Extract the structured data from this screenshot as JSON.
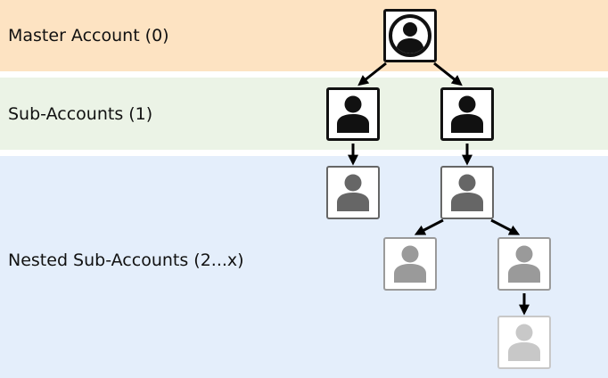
{
  "colors": {
    "master_band": "#fde3c2",
    "sub_band": "#ebf3e6",
    "nested_band": "#e4eefb",
    "level0": "#111111",
    "level1": "#111111",
    "level2": "#666666",
    "level3": "#9a9a9a",
    "level4": "#c8c8c8",
    "arrow": "#000000"
  },
  "bands": {
    "master_label": "Master Account (0)",
    "sub_label": "Sub-Accounts (1)",
    "nested_label": "Nested Sub-Accounts (2...x)"
  },
  "nodes": [
    {
      "id": "master",
      "level": 0,
      "icon": "user-circle-icon"
    },
    {
      "id": "sub-left",
      "level": 1,
      "icon": "user-icon"
    },
    {
      "id": "sub-right",
      "level": 1,
      "icon": "user-icon"
    },
    {
      "id": "nested-left",
      "level": 2,
      "icon": "user-icon"
    },
    {
      "id": "nested-right",
      "level": 2,
      "icon": "user-icon"
    },
    {
      "id": "nested-right-left",
      "level": 3,
      "icon": "user-icon"
    },
    {
      "id": "nested-right-right",
      "level": 3,
      "icon": "user-icon"
    },
    {
      "id": "nested-deep",
      "level": 4,
      "icon": "user-icon"
    }
  ],
  "edges": [
    {
      "from": "master",
      "to": "sub-left"
    },
    {
      "from": "master",
      "to": "sub-right"
    },
    {
      "from": "sub-left",
      "to": "nested-left"
    },
    {
      "from": "sub-right",
      "to": "nested-right"
    },
    {
      "from": "nested-right",
      "to": "nested-right-left"
    },
    {
      "from": "nested-right",
      "to": "nested-right-right"
    },
    {
      "from": "nested-right-right",
      "to": "nested-deep"
    }
  ]
}
